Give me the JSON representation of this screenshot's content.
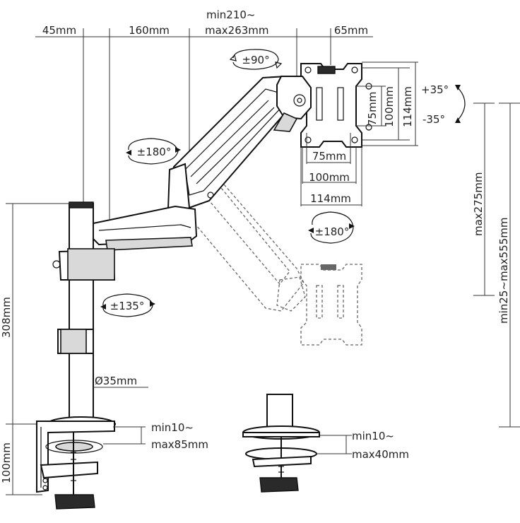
{
  "dimensions": {
    "top_45": "45mm",
    "top_160": "160mm",
    "top_reach_min": "min210~",
    "top_reach_max": "max263mm",
    "top_65": "65mm",
    "vesa_v_75": "75mm",
    "vesa_v_100": "100mm",
    "vesa_v_114": "114mm",
    "vesa_h_75": "75mm",
    "vesa_h_100": "100mm",
    "vesa_h_114": "114mm",
    "pole_height": "308mm",
    "clamp_height": "100mm",
    "pole_diameter": "Ø35mm",
    "max_275": "max275mm",
    "range_25_555": "min25~max555mm",
    "clamp_min": "min10~",
    "clamp_max": "max85mm",
    "grommet_min": "min10~",
    "grommet_max": "max40mm"
  },
  "rotations": {
    "swivel_90": "±90°",
    "tilt_up": "+35°",
    "tilt_down": "-35°",
    "rotate_180_elbow": "±180°",
    "rotate_180_head": "±180°",
    "rotate_135": "±135°"
  }
}
